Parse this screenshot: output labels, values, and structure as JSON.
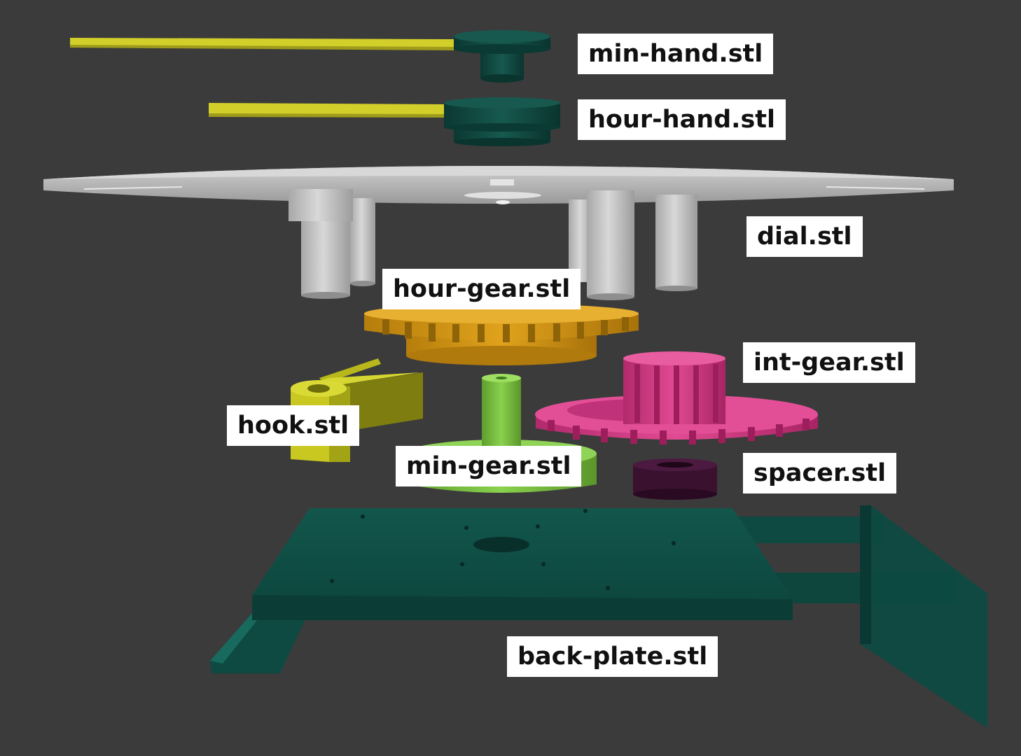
{
  "parts": [
    {
      "id": "min-hand",
      "label": "min-hand.stl",
      "color": "#d2cf2a",
      "hub_color": "#0e4a42"
    },
    {
      "id": "hour-hand",
      "label": "hour-hand.stl",
      "color": "#d2cf2a",
      "hub_color": "#0e4a42"
    },
    {
      "id": "dial",
      "label": "dial.stl",
      "color": "#bdbdbd"
    },
    {
      "id": "hour-gear",
      "label": "hour-gear.stl",
      "color": "#d99a16"
    },
    {
      "id": "int-gear",
      "label": "int-gear.stl",
      "color": "#d83a86"
    },
    {
      "id": "hook",
      "label": "hook.stl",
      "color": "#c8c820"
    },
    {
      "id": "min-gear",
      "label": "min-gear.stl",
      "color": "#7cc444"
    },
    {
      "id": "spacer",
      "label": "spacer.stl",
      "color": "#3a1230"
    },
    {
      "id": "back-plate",
      "label": "back-plate.stl",
      "color": "#0f4a42"
    }
  ]
}
